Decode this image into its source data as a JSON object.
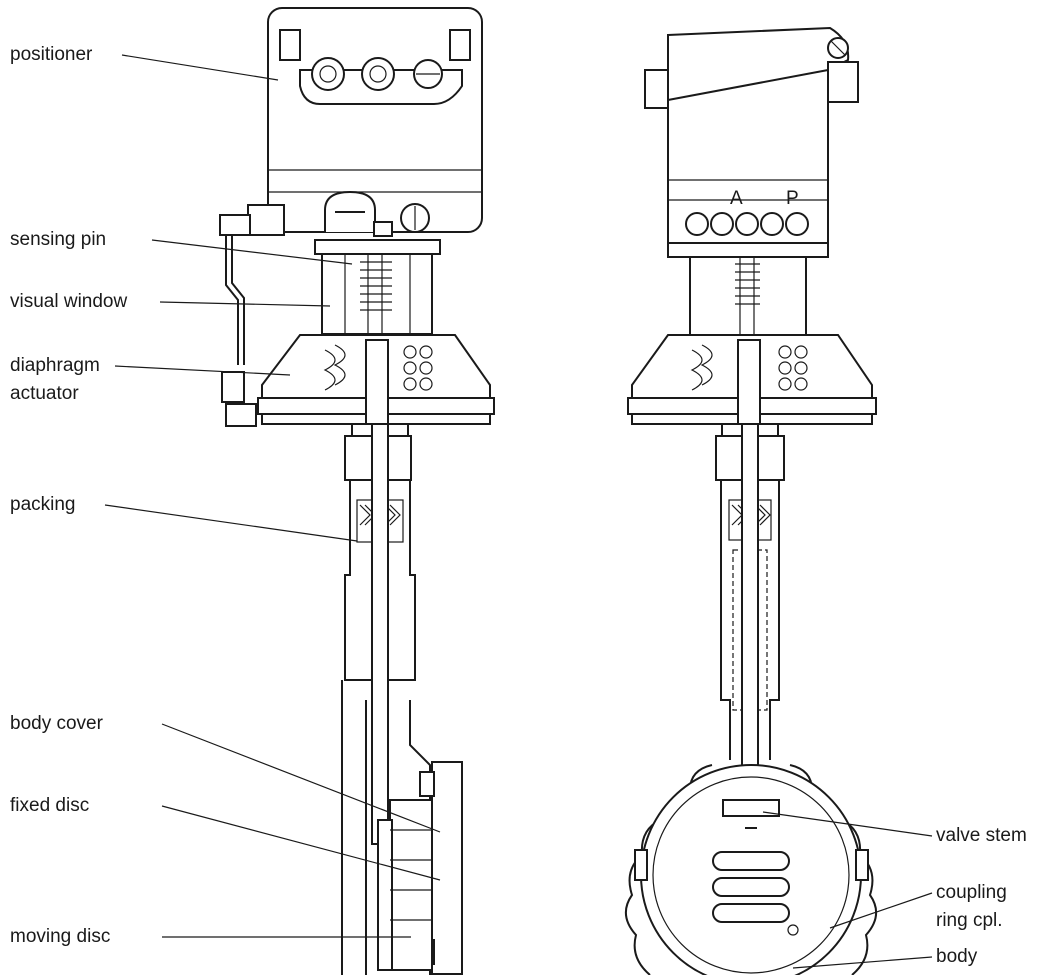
{
  "labels": {
    "positioner": "positioner",
    "sensing_pin": "sensing pin",
    "visual_window": "visual window",
    "diaphragm": "diaphragm",
    "actuator": "actuator",
    "packing": "packing",
    "body_cover": "body cover",
    "fixed_disc": "fixed disc",
    "moving_disc": "moving disc",
    "valve_stem": "valve stem",
    "coupling": "coupling",
    "ring_cpl": "ring cpl.",
    "body": "body",
    "port_a": "A",
    "port_p": "P"
  },
  "colors": {
    "line": "#1a1a1a",
    "background": "#ffffff"
  }
}
